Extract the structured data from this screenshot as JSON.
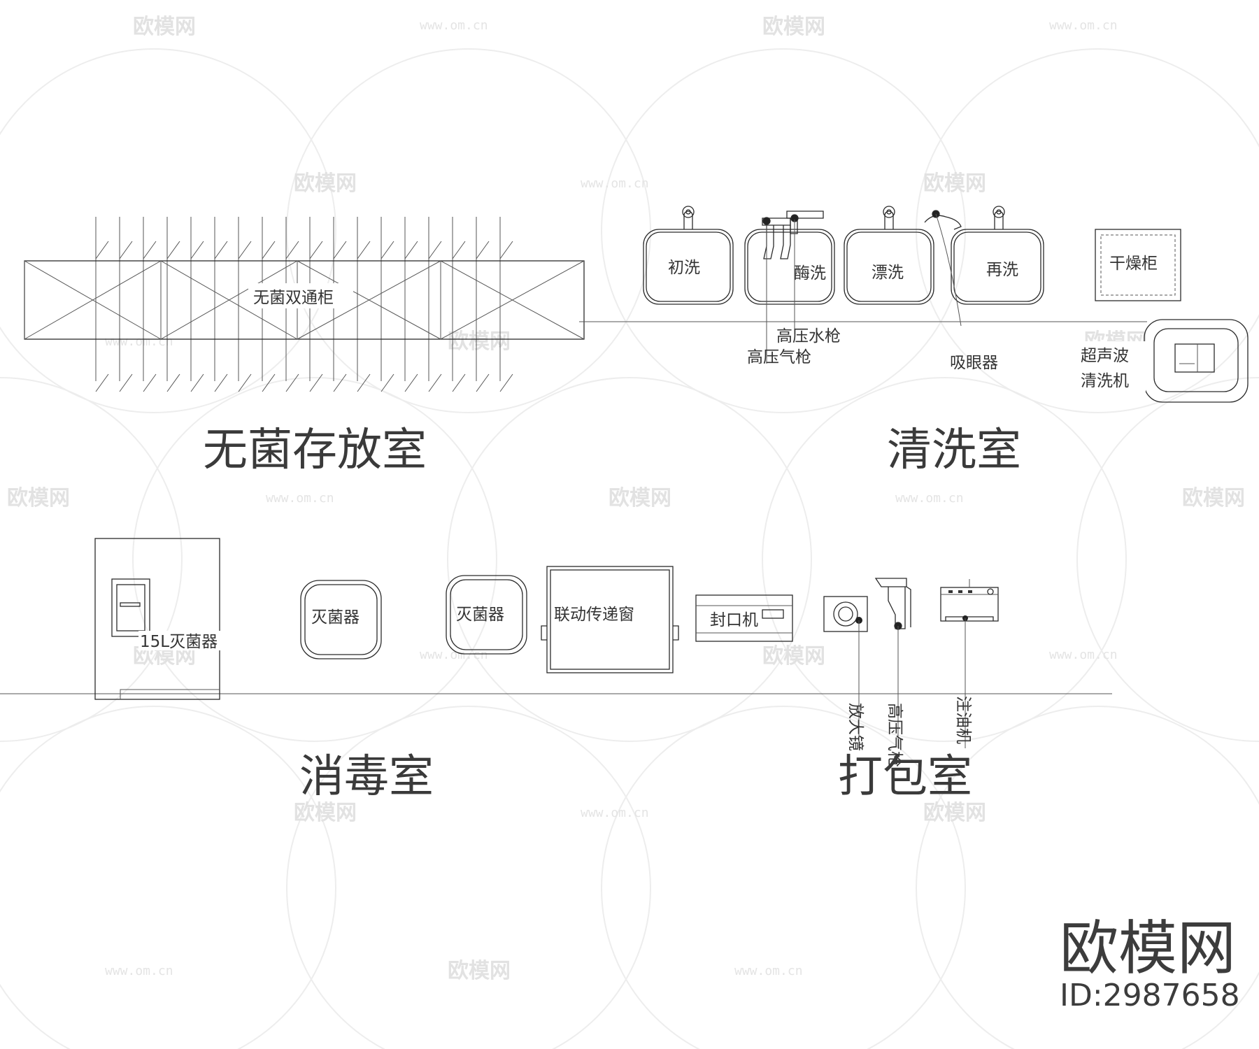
{
  "rooms": {
    "sterile_storage": "无菌存放室",
    "cleaning": "清洗室",
    "disinfection": "消毒室",
    "packing": "打包室"
  },
  "equipment": {
    "sterile_cabinet": "无菌双通柜",
    "sink_1": "初洗",
    "sink_2": "酶洗",
    "sink_3": "漂洗",
    "sink_4": "再洗",
    "dry_cabinet": "干燥柜",
    "ultrasonic_line1": "超声波",
    "ultrasonic_line2": "清洗机",
    "hp_water_gun": "高压水枪",
    "hp_air_gun": "高压气枪",
    "eye_suction": "吸眼器",
    "sterilizer_15l": "15L灭菌器",
    "sterilizer_a": "灭菌器",
    "sterilizer_b": "灭菌器",
    "pass_window": "联动传递窗",
    "sealer": "封口机",
    "magnifier": "放大镜",
    "air_gun_packing": "高压气枪",
    "oil_injector": "注油机"
  },
  "watermark": {
    "brand": "欧模网",
    "url": "www.om.cn",
    "id_label": "ID:2987658"
  },
  "colors": {
    "line": "#2b2b2b",
    "watermark": "#e2e2e2",
    "background": "#ffffff"
  }
}
